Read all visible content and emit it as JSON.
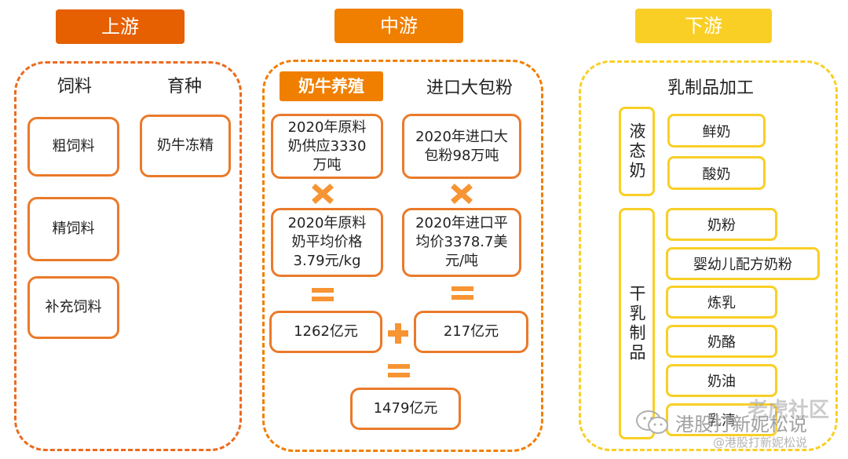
{
  "colors": {
    "upstream": "#e65f00",
    "midstream": "#f07f00",
    "downstream": "#f9cf26",
    "box_border": "#ea7a2a",
    "operator": "#f79433"
  },
  "headers": {
    "upstream": "上游",
    "midstream": "中游",
    "downstream": "下游"
  },
  "upstream": {
    "col1_title": "饲料",
    "col2_title": "育种",
    "feed_items": [
      "粗饲料",
      "精饲料",
      "补充饲料"
    ],
    "breeding_items": [
      "奶牛冻精"
    ]
  },
  "midstream": {
    "left_title": "奶牛养殖",
    "right_title": "进口大包粉",
    "left_volume": "2020年原料奶供应3330万吨",
    "left_price": "2020年原料奶平均价格3.79元/kg",
    "left_result": "1262亿元",
    "right_volume": "2020年进口大包粉98万吨",
    "right_price": "2020年进口平均价3378.7美元/吨",
    "right_result": "217亿元",
    "total": "1479亿元",
    "icons": [
      "multiply-icon",
      "equals-icon",
      "plus-icon"
    ]
  },
  "downstream": {
    "title": "乳制品加工",
    "liquid_label": "液态奶",
    "liquid_items": [
      "鲜奶",
      "酸奶"
    ],
    "dry_label": "干乳制品",
    "dry_items": [
      "奶粉",
      "婴幼儿配方奶粉",
      "炼乳",
      "奶酪",
      "奶油",
      "乳清"
    ]
  },
  "watermark": {
    "line1": "港股打新妮松说",
    "line2": "@港股打新妮松说",
    "logo_text": "老虎社区"
  }
}
